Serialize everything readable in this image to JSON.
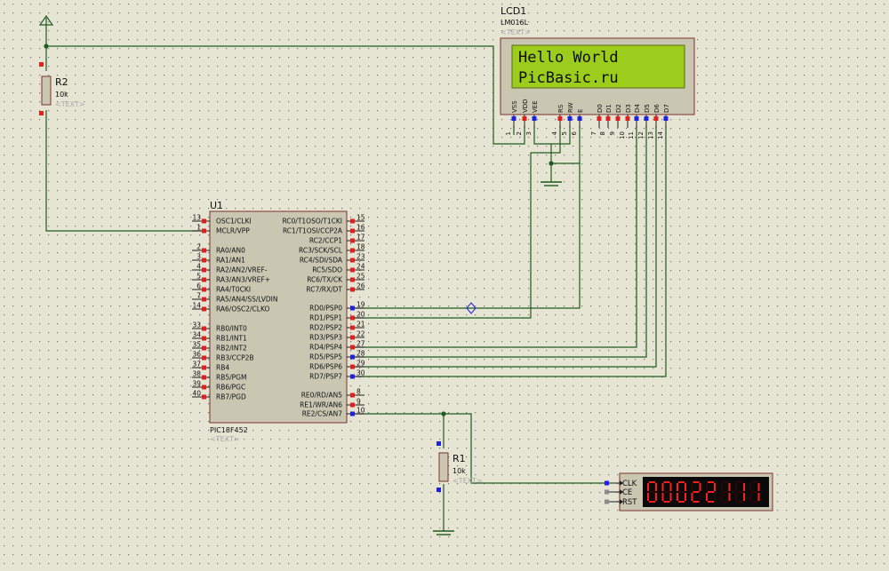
{
  "colors": {
    "background": "#e6e4d2",
    "grid_dot": "#6f6f6f",
    "wire": "#1f5a1f",
    "body_fill": "#c9c7b2",
    "body_stroke": "#7a3030",
    "lcd_screen": "#9ccc1c",
    "segment_on": "#ff1c1c",
    "pin_red": "#e02020",
    "pin_blue": "#2020e0",
    "ghost": "#a8a8a8"
  },
  "lcd": {
    "ref": "LCD1",
    "part": "LM016L",
    "text_tag": "<TEXT>",
    "line1": "Hello World",
    "line2": "PicBasic.ru",
    "pin_names": [
      "VSS",
      "VDD",
      "VEE",
      "RS",
      "RW",
      "E",
      "D0",
      "D1",
      "D2",
      "D3",
      "D4",
      "D5",
      "D6",
      "D7"
    ],
    "pin_numbers": [
      "1",
      "2",
      "3",
      "4",
      "5",
      "6",
      "7",
      "8",
      "9",
      "10",
      "11",
      "12",
      "13",
      "14"
    ]
  },
  "r2": {
    "ref": "R2",
    "value": "10k",
    "text_tag": "<TEXT>"
  },
  "r1": {
    "ref": "R1",
    "value": "10k",
    "text_tag": "<TEXT>"
  },
  "u1": {
    "ref": "U1",
    "part": "PIC18F452",
    "text_tag": "<TEXT>",
    "left_pins": [
      {
        "num": "13",
        "name": "OSC1/CLKI"
      },
      {
        "num": "1",
        "name": "MCLR/VPP"
      },
      {
        "num": "2",
        "name": "RA0/AN0"
      },
      {
        "num": "3",
        "name": "RA1/AN1"
      },
      {
        "num": "4",
        "name": "RA2/AN2/VREF-"
      },
      {
        "num": "5",
        "name": "RA3/AN3/VREF+"
      },
      {
        "num": "6",
        "name": "RA4/T0CKI"
      },
      {
        "num": "7",
        "name": "RA5/AN4/SS/LVDIN"
      },
      {
        "num": "14",
        "name": "RA6/OSC2/CLKO"
      },
      {
        "num": "33",
        "name": "RB0/INT0"
      },
      {
        "num": "34",
        "name": "RB1/INT1"
      },
      {
        "num": "35",
        "name": "RB2/INT2"
      },
      {
        "num": "36",
        "name": "RB3/CCP2B"
      },
      {
        "num": "37",
        "name": "RB4"
      },
      {
        "num": "38",
        "name": "RB5/PGM"
      },
      {
        "num": "39",
        "name": "RB6/PGC"
      },
      {
        "num": "40",
        "name": "RB7/PGD"
      }
    ],
    "right_pins": [
      {
        "num": "15",
        "name": "RC0/T1OSO/T1CKI"
      },
      {
        "num": "16",
        "name": "RC1/T1OSI/CCP2A"
      },
      {
        "num": "17",
        "name": "RC2/CCP1"
      },
      {
        "num": "18",
        "name": "RC3/SCK/SCL"
      },
      {
        "num": "23",
        "name": "RC4/SDI/SDA"
      },
      {
        "num": "24",
        "name": "RC5/SDO"
      },
      {
        "num": "25",
        "name": "RC6/TX/CK"
      },
      {
        "num": "26",
        "name": "RC7/RX/DT"
      },
      {
        "num": "19",
        "name": "RD0/PSP0"
      },
      {
        "num": "20",
        "name": "RD1/PSP1"
      },
      {
        "num": "21",
        "name": "RD2/PSP2"
      },
      {
        "num": "22",
        "name": "RD3/PSP3"
      },
      {
        "num": "27",
        "name": "RD4/PSP4"
      },
      {
        "num": "28",
        "name": "RD5/PSP5"
      },
      {
        "num": "29",
        "name": "RD6/PSP6"
      },
      {
        "num": "30",
        "name": "RD7/PSP7"
      },
      {
        "num": "8",
        "name": "RE0/RD/AN5"
      },
      {
        "num": "9",
        "name": "RE1/WR/AN6"
      },
      {
        "num": "10",
        "name": "RE2/CS/AN7"
      }
    ]
  },
  "counter": {
    "pins": [
      "CLK",
      "CE",
      "RST"
    ],
    "display": "00022111"
  }
}
